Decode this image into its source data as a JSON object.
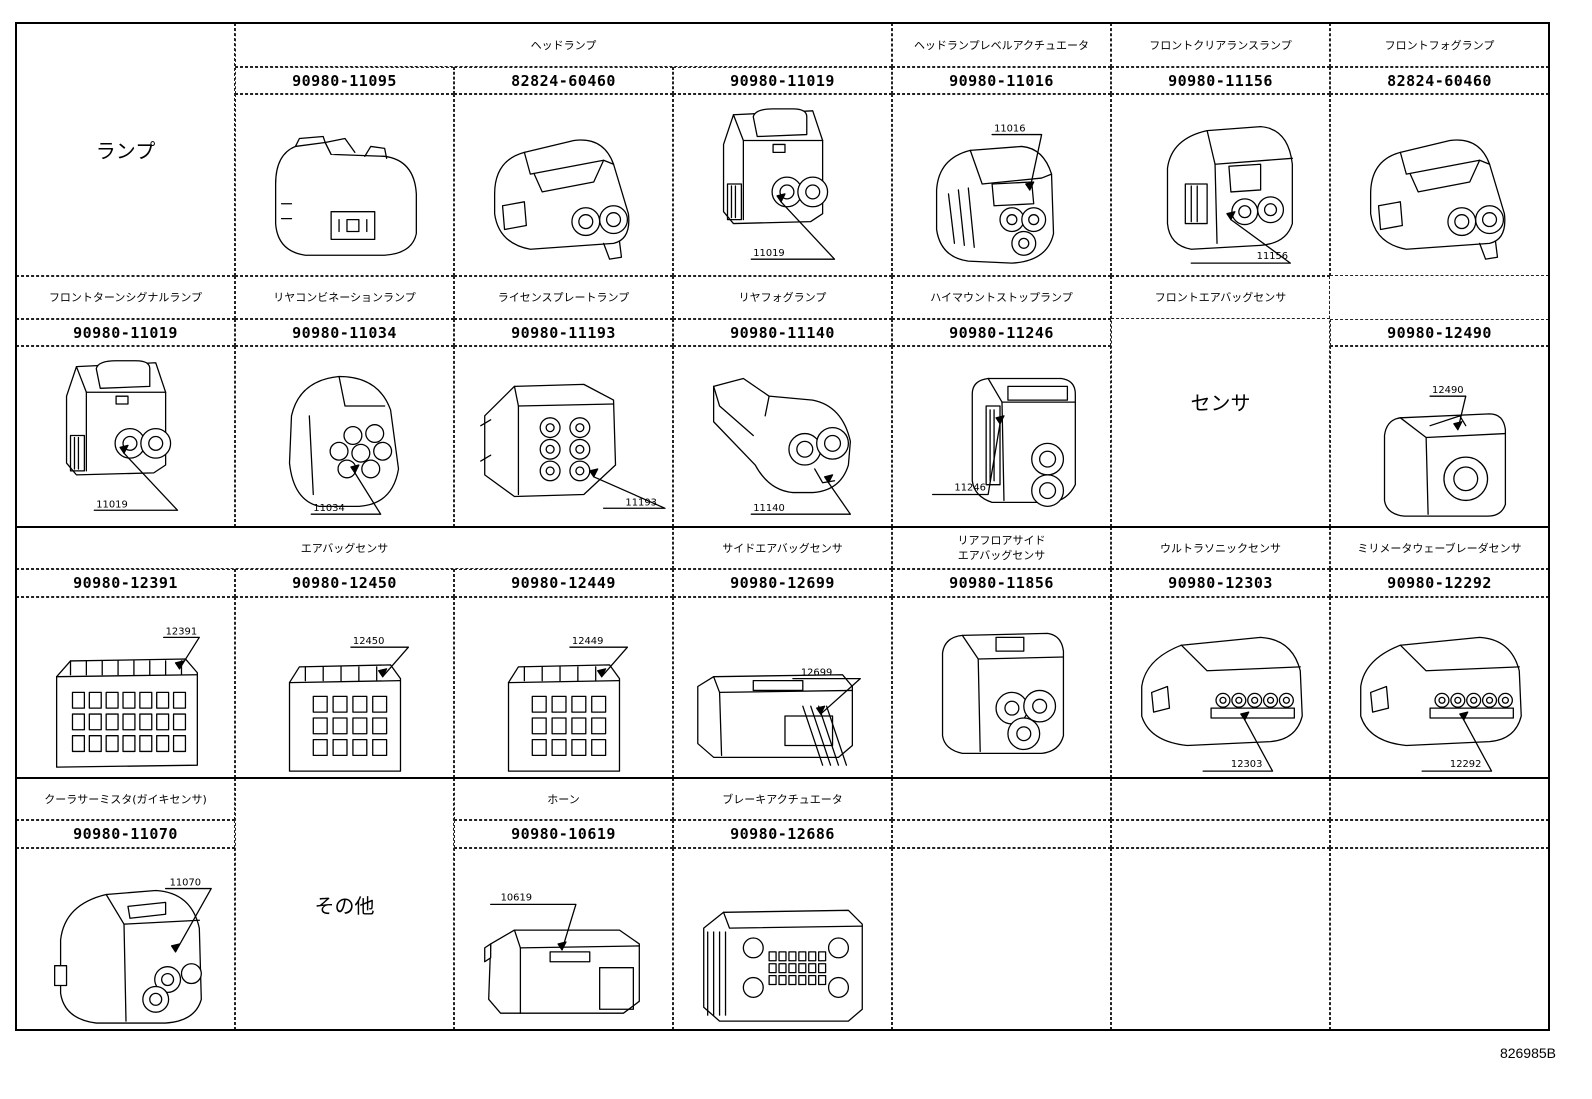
{
  "categories": {
    "lamp": "ランプ",
    "sensor": "センサ",
    "other": "その他"
  },
  "rows": [
    {
      "groups": [
        {
          "name": "ヘッドランプ",
          "span": 3
        },
        {
          "name": "ヘッドランプレベルアクチュエータ",
          "span": 1
        },
        {
          "name": "フロントクリアランスランプ",
          "span": 1
        },
        {
          "name": "フロントフォグランプ",
          "span": 1
        }
      ],
      "parts": [
        {
          "num": "90980-11095",
          "label": "",
          "shape": "a"
        },
        {
          "num": "82824-60460",
          "label": "",
          "shape": "b"
        },
        {
          "num": "90980-11019",
          "label": "11019",
          "shape": "c"
        },
        {
          "num": "90980-11016",
          "label": "11016",
          "shape": "d"
        },
        {
          "num": "90980-11156",
          "label": "11156",
          "shape": "e"
        },
        {
          "num": "82824-60460",
          "label": "",
          "shape": "b"
        }
      ]
    },
    {
      "groups": [
        {
          "name": "フロントターンシグナルランプ",
          "span": 1
        },
        {
          "name": "リヤコンビネーションランプ",
          "span": 1
        },
        {
          "name": "ライセンスプレートランプ",
          "span": 1
        },
        {
          "name": "リヤフォグランプ",
          "span": 1
        },
        {
          "name": "ハイマウントストップランプ",
          "span": 1
        },
        {
          "name": "フロントエアバッグセンサ",
          "span": 1
        }
      ],
      "parts": [
        {
          "num": "90980-11019",
          "label": "11019",
          "shape": "c"
        },
        {
          "num": "90980-11034",
          "label": "11034",
          "shape": "f"
        },
        {
          "num": "90980-11193",
          "label": "11193",
          "shape": "g"
        },
        {
          "num": "90980-11140",
          "label": "11140",
          "shape": "h"
        },
        {
          "num": "90980-11246",
          "label": "11246",
          "shape": "i"
        },
        {
          "num": "90980-12490",
          "label": "12490",
          "shape": "j"
        }
      ]
    },
    {
      "groups": [
        {
          "name": "エアバッグセンサ",
          "span": 3
        },
        {
          "name": "サイドエアバッグセンサ",
          "span": 1
        },
        {
          "name": "リアフロアサイド\nエアバッグセンサ",
          "span": 1
        },
        {
          "name": "ウルトラソニックセンサ",
          "span": 1
        },
        {
          "name": "ミリメータウェーブレーダセンサ",
          "span": 1
        }
      ],
      "parts": [
        {
          "num": "90980-12391",
          "label": "12391",
          "shape": "k"
        },
        {
          "num": "90980-12450",
          "label": "12450",
          "shape": "l"
        },
        {
          "num": "90980-12449",
          "label": "12449",
          "shape": "l"
        },
        {
          "num": "90980-12699",
          "label": "12699",
          "shape": "m"
        },
        {
          "num": "90980-11856",
          "label": "",
          "shape": "n"
        },
        {
          "num": "90980-12303",
          "label": "12303",
          "shape": "o"
        },
        {
          "num": "90980-12292",
          "label": "12292",
          "shape": "o"
        }
      ]
    },
    {
      "groups": [
        {
          "name": "クーラサーミスタ(ガイキセンサ)",
          "span": 1
        },
        {
          "name": "ホーン",
          "span": 1
        },
        {
          "name": "ブレーキアクチュエータ",
          "span": 1
        }
      ],
      "parts": [
        {
          "num": "90980-11070",
          "label": "11070",
          "shape": "p"
        },
        {
          "num": "90980-10619",
          "label": "10619",
          "shape": "q"
        },
        {
          "num": "90980-12686",
          "label": "",
          "shape": "r"
        }
      ]
    }
  ],
  "diagram_code": "826985B"
}
